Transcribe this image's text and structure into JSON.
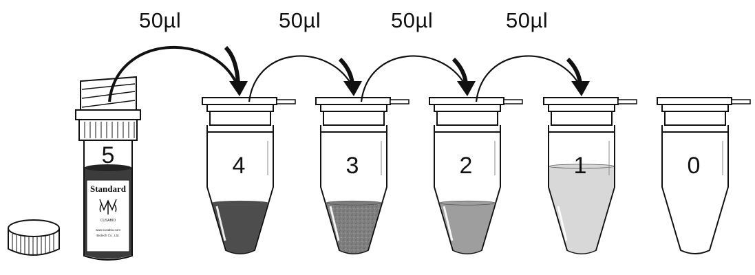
{
  "transfer_volume": "50µl",
  "transfers": [
    {
      "from": "5",
      "to": "4",
      "label": "50µl"
    },
    {
      "from": "4",
      "to": "3",
      "label": "50µl"
    },
    {
      "from": "3",
      "to": "2",
      "label": "50µl"
    },
    {
      "from": "2",
      "to": "1",
      "label": "50µl"
    }
  ],
  "stock_vial": {
    "number": "5",
    "label_title": "Standard",
    "label_brand": "CUSABIO",
    "label_line1": "www.cusabio.com",
    "label_line2": "Biotech Co., Ltd."
  },
  "tubes": [
    {
      "number": "4",
      "fill_color": "#4d4d4d",
      "fill_level": 0.42
    },
    {
      "number": "3",
      "fill_color": "#7c7c7c",
      "fill_level": 0.42
    },
    {
      "number": "2",
      "fill_color": "#9e9e9e",
      "fill_level": 0.42
    },
    {
      "number": "1",
      "fill_color": "#d8d8d8",
      "fill_level": 0.72
    },
    {
      "number": "0",
      "fill_color": "#ffffff",
      "fill_level": 0
    }
  ]
}
